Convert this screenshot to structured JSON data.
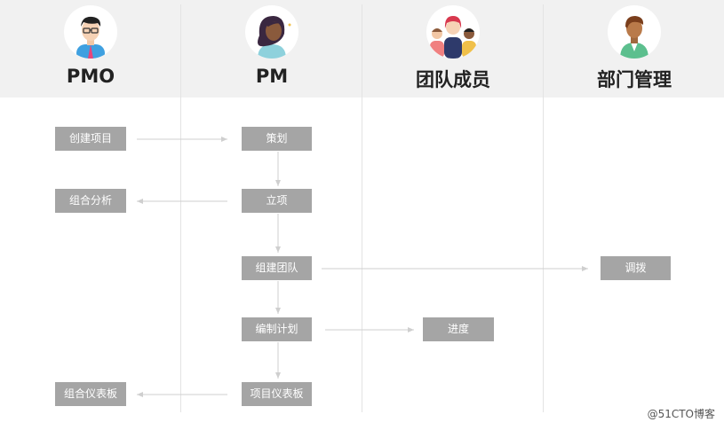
{
  "lanes": [
    {
      "title": "PMO",
      "avatar_icon": "man-glasses-avatar-icon"
    },
    {
      "title": "PM",
      "avatar_icon": "woman-avatar-icon"
    },
    {
      "title": "团队成员",
      "avatar_icon": "team-group-avatar-icon"
    },
    {
      "title": "部门管理",
      "avatar_icon": "manager-avatar-icon"
    }
  ],
  "nodes": {
    "create_project": "创建项目",
    "plan": "策划",
    "portfolio_analysis": "组合分析",
    "initiate": "立项",
    "build_team": "组建团队",
    "allocate": "调拨",
    "make_plan": "编制计划",
    "progress": "进度",
    "portfolio_dashboard": "组合仪表板",
    "project_dashboard": "项目仪表板"
  },
  "watermark": "@51CTO博客",
  "colors": {
    "header_bg": "#f1f1f1",
    "node_bg": "#a5a5a5",
    "node_text": "#ffffff",
    "arrow": "#cfcfcf"
  }
}
